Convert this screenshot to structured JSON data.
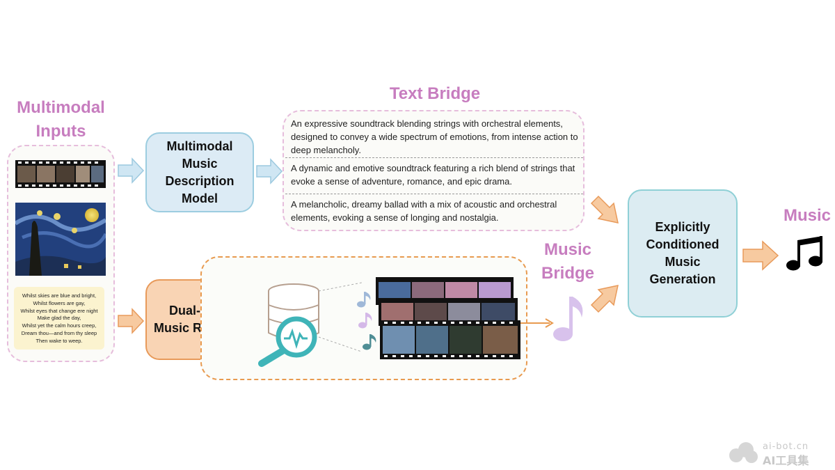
{
  "titles": {
    "multimodal_inputs": "Multimodal\nInputs",
    "text_bridge": "Text Bridge",
    "music_bridge": "Music\nBridge",
    "music": "Music"
  },
  "boxes": {
    "description_model": "Multimodal\nMusic\nDescription\nModel",
    "retrieval": "Dual-track\nMusic Retrieval",
    "generation": "Explicitly\nConditioned\nMusic\nGeneration"
  },
  "descriptions": [
    "An expressive soundtrack blending strings with orchestral elements, designed to convey a wide spectrum of emotions, from intense action to deep melancholy.",
    "A dynamic and emotive soundtrack featuring a rich blend of strings that evoke a sense of adventure, romance, and epic drama.",
    "A melancholic, dreamy ballad with a mix of acoustic and orchestral elements, evoking a sense of longing and nostalgia."
  ],
  "poem_lines": [
    "Whilst skies are blue and bright,",
    "Whilst flowers are gay,",
    "Whilst eyes that change ere night",
    "Make glad the day,",
    "Whilst yet the calm hours creep,",
    "Dream thou—and from thy sleep",
    "Then wake to weep."
  ],
  "watermark": {
    "line1": "ai-bot.cn",
    "line2": "AI工具集"
  },
  "colors": {
    "title_purple": "#c77dbf",
    "blue_box": "#dcebf5",
    "orange_box": "#f9d4b4",
    "teal_box": "#dcecf2",
    "arrow_blue": "#cfe6f3",
    "arrow_orange": "#f7caa0"
  },
  "icons": [
    "film-strip-icon",
    "starry-night-painting",
    "database-icon",
    "magnifier-icon",
    "music-note-icon",
    "beamed-notes-icon"
  ]
}
